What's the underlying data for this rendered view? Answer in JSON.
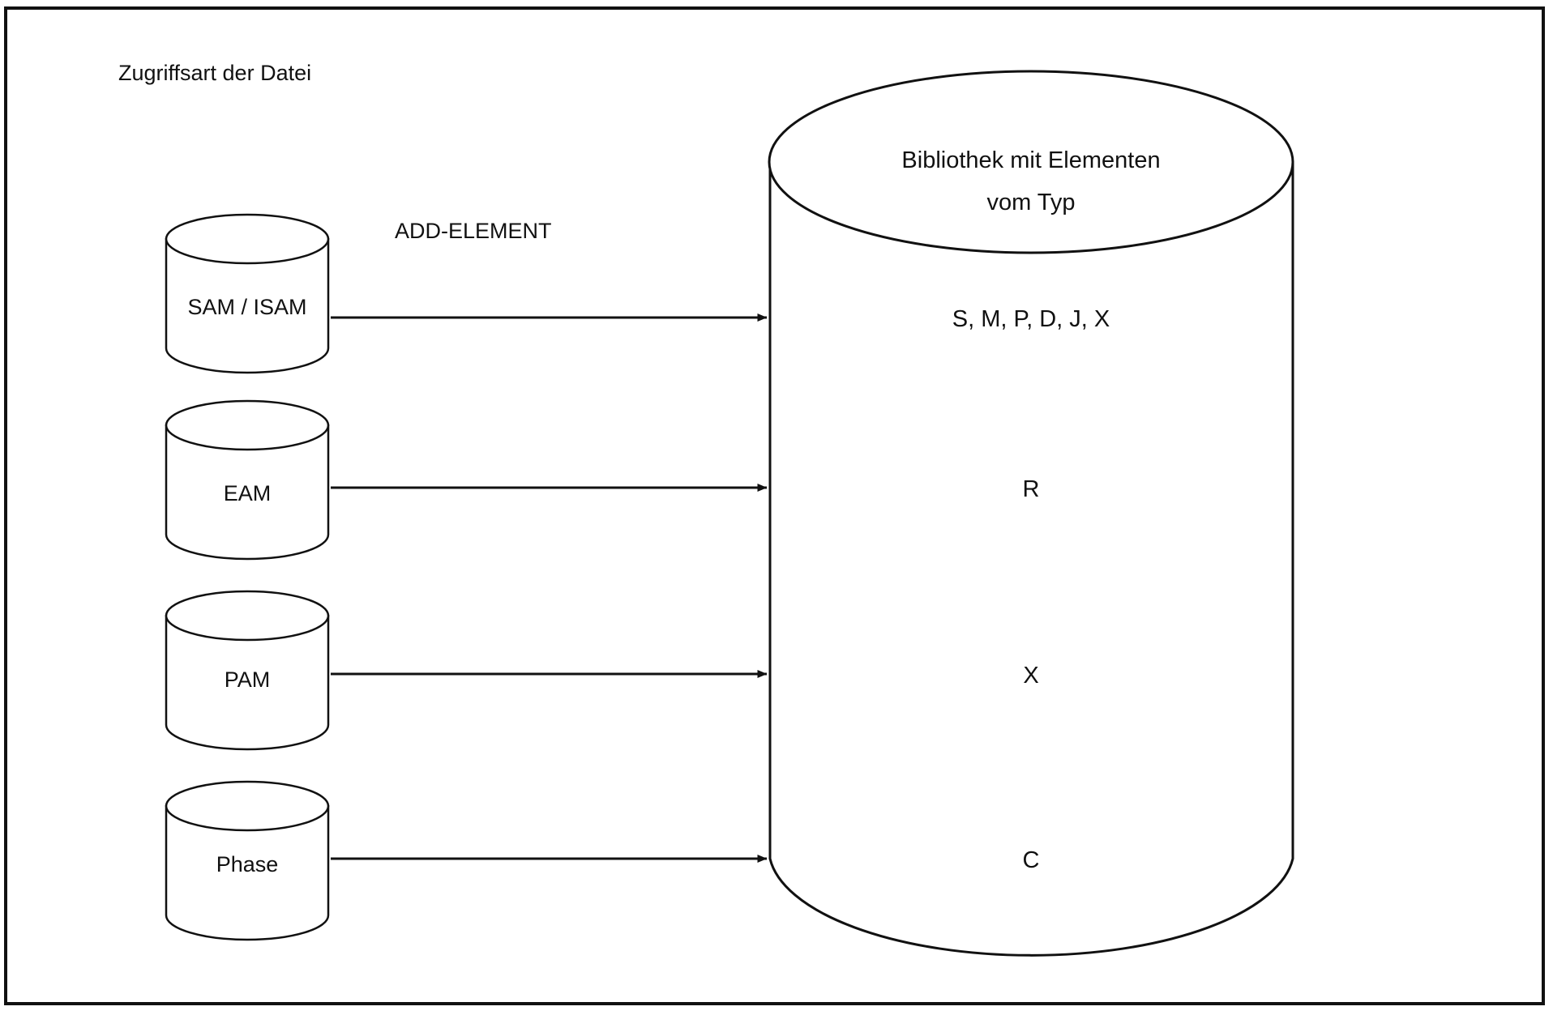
{
  "diagram": {
    "title": "Zugriffsart der Datei",
    "operation_label": "ADD-ELEMENT",
    "sources": [
      {
        "id": "sam-isam",
        "label": "SAM / ISAM"
      },
      {
        "id": "eam",
        "label": "EAM"
      },
      {
        "id": "pam",
        "label": "PAM"
      },
      {
        "id": "phase",
        "label": "Phase"
      }
    ],
    "target": {
      "heading_line1": "Bibliothek mit Elementen",
      "heading_line2": "vom Typ",
      "types": [
        {
          "id": "type-group-1",
          "label": "S, M, P, D, J, X"
        },
        {
          "id": "type-r",
          "label": "R"
        },
        {
          "id": "type-x",
          "label": "X"
        },
        {
          "id": "type-c",
          "label": "C"
        }
      ]
    },
    "colors": {
      "stroke": "#111111",
      "text": "#111111",
      "background": "#ffffff"
    }
  }
}
